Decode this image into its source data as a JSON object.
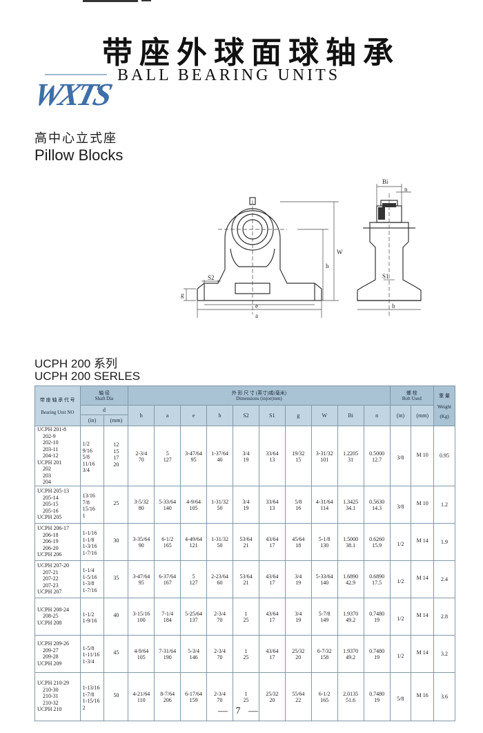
{
  "header": {
    "title_cn": "带座外球面球轴承",
    "title_en": "BALL BEARING UNITS",
    "logo_text": "WXTS"
  },
  "section": {
    "title_cn": "高中心立式座",
    "title_en": "Pillow Blocks"
  },
  "drawing_labels": {
    "bi": "Bi",
    "n": "n",
    "w": "W",
    "h": "h",
    "s2": "S2",
    "s1": "S1",
    "g": "g",
    "e": "e",
    "a": "a",
    "b": "b"
  },
  "series": {
    "title_cn": "UCPH 200 系列",
    "title_en": "UCPH 200 SERLES"
  },
  "table": {
    "head": {
      "unit_cn": "带 座 轴 承 代 号",
      "unit_en": "Bearing Unit NO",
      "shaft_cn": "轴 径",
      "shaft_en": "Shaft Dia",
      "d": "d",
      "in": "(in)",
      "mm": "(mm)",
      "dims_cn": "外 形 尺 寸 (英寸)或(毫米)",
      "dims_en": "Dimensions (in)or(mm)",
      "bolt_cn": "螺 栓",
      "bolt_en": "Bolt Used",
      "weight_cn": "重 量",
      "weight_en": "Weight",
      "kg": "(Kg)",
      "cols": [
        "h",
        "a",
        "e",
        "b",
        "S2",
        "S1",
        "g",
        "W",
        "Bi",
        "n"
      ],
      "bolt_in": "(in)",
      "bolt_mm": "(mm)"
    },
    "rows": [
      {
        "units": [
          "UCPH 201-8",
          "202-9",
          "202-10",
          "203-11",
          "204-12",
          "UCPH 201",
          "202",
          "203",
          "204"
        ],
        "indent": [
          false,
          true,
          true,
          true,
          true,
          false,
          true,
          true,
          true
        ],
        "d_in": [
          "1/2",
          "9/16",
          "5/8",
          "11/16",
          "3/4"
        ],
        "d_mm": [
          "12",
          "15",
          "17",
          "20"
        ],
        "inch": [
          "2-3/4",
          "5",
          "3-47/64",
          "1-37/64",
          "3/4",
          "33/64",
          "19/32",
          "3-31/32",
          "1.2205",
          "0.5000"
        ],
        "mm": [
          "70",
          "127",
          "95",
          "40",
          "19",
          "13",
          "15",
          "101",
          "31",
          "12.7"
        ],
        "bolt_in": "3/8",
        "bolt_mm": "M 10",
        "weight": "0.95"
      },
      {
        "units": [
          "UCPH 205-13",
          "205-14",
          "205-15",
          "205-16",
          "UCPH 205"
        ],
        "indent": [
          false,
          true,
          true,
          true,
          false
        ],
        "d_in": [
          "13/16",
          "7/8",
          "15/16",
          "1"
        ],
        "d_mm": [
          "25"
        ],
        "inch": [
          "3-5/32",
          "5-33/64",
          "4-9/64",
          "1-31/32",
          "3/4",
          "33/64",
          "5/8",
          "4-31/64",
          "1.3425",
          "0.5630"
        ],
        "mm": [
          "80",
          "140",
          "105",
          "50",
          "19",
          "13",
          "16",
          "114",
          "34.1",
          "14.3"
        ],
        "bolt_in": "3/8",
        "bolt_mm": "M 10",
        "weight": "1.2"
      },
      {
        "units": [
          "UCPH 206-17",
          "206-18",
          "206-19",
          "206-20",
          "UCPH 206"
        ],
        "indent": [
          false,
          true,
          true,
          true,
          false
        ],
        "d_in": [
          "1-1/16",
          "1-1/8",
          "1-3/16",
          "1-7/16"
        ],
        "d_mm": [
          "30"
        ],
        "inch": [
          "3-35/64",
          "6-1/2",
          "4-49/64",
          "1-31/32",
          "53/64",
          "43/64",
          "45/64",
          "5-1/8",
          "1.5000",
          "0.6260"
        ],
        "mm": [
          "90",
          "165",
          "121",
          "50",
          "21",
          "17",
          "18",
          "130",
          "38.1",
          "15.9"
        ],
        "bolt_in": "1/2",
        "bolt_mm": "M 14",
        "weight": "1.9"
      },
      {
        "units": [
          "UCPH 207-20",
          "207-21",
          "207-22",
          "207-23",
          "UCPH 207"
        ],
        "indent": [
          false,
          true,
          true,
          true,
          false
        ],
        "d_in": [
          "1-1/4",
          "1-5/16",
          "1-3/8",
          "1-7/16"
        ],
        "d_mm": [
          "35"
        ],
        "inch": [
          "3-47/64",
          "6-37/64",
          "5",
          "2-23/64",
          "53/64",
          "43/64",
          "3/4",
          "5-33/64",
          "1.6890",
          "0.6890"
        ],
        "mm": [
          "95",
          "167",
          "127",
          "60",
          "21",
          "17",
          "19",
          "140",
          "42.9",
          "17.5"
        ],
        "bolt_in": "1/2",
        "bolt_mm": "M 14",
        "weight": "2.4"
      },
      {
        "units": [
          "UCPH 208-24",
          "208-25",
          "UCPH 208"
        ],
        "indent": [
          false,
          true,
          false
        ],
        "d_in": [
          "1-1/2",
          "1-9/16"
        ],
        "d_mm": [
          "40"
        ],
        "inch": [
          "3-15/16",
          "7-1/4",
          "5-25/64",
          "2-3/4",
          "1",
          "43/64",
          "3/4",
          "5-7/8",
          "1.9370",
          "0.7480"
        ],
        "mm": [
          "100",
          "184",
          "137",
          "70",
          "25",
          "17",
          "19",
          "149",
          "49.2",
          "19"
        ],
        "bolt_in": "1/2",
        "bolt_mm": "M 14",
        "weight": "2.8"
      },
      {
        "units": [
          "UCPH 209-26",
          "209-27",
          "209-28",
          "UCPH 209"
        ],
        "indent": [
          false,
          true,
          true,
          false
        ],
        "d_in": [
          "1-5/8",
          "1-11/16",
          "1-3/4"
        ],
        "d_mm": [
          "45"
        ],
        "inch": [
          "4-9/64",
          "7-31/64",
          "5-3/4",
          "2-3/4",
          "1",
          "43/64",
          "25/32",
          "6-7/32",
          "1.9370",
          "0.7480"
        ],
        "mm": [
          "105",
          "190",
          "146",
          "70",
          "25",
          "17",
          "20",
          "158",
          "49.2",
          "19"
        ],
        "bolt_in": "1/2",
        "bolt_mm": "M 14",
        "weight": "3.2"
      },
      {
        "units": [
          "UCPH 210-29",
          "210-30",
          "210-31",
          "210-32",
          "UCPH 210"
        ],
        "indent": [
          false,
          true,
          true,
          true,
          false
        ],
        "d_in": [
          "1-13/16",
          "1-7/8",
          "1-15/16",
          "2"
        ],
        "d_mm": [
          "50"
        ],
        "inch": [
          "4-21/64",
          "8-7/64",
          "6-17/64",
          "2-3/4",
          "1",
          "25/32",
          "55/64",
          "6-1/2",
          "2.0135",
          "0.7480"
        ],
        "mm": [
          "110",
          "206",
          "159",
          "70",
          "25",
          "20",
          "22",
          "165",
          "51.6",
          "19"
        ],
        "bolt_in": "5/8",
        "bolt_mm": "M 16",
        "weight": "3.6"
      }
    ]
  },
  "footer": {
    "page": "— 7 —"
  }
}
